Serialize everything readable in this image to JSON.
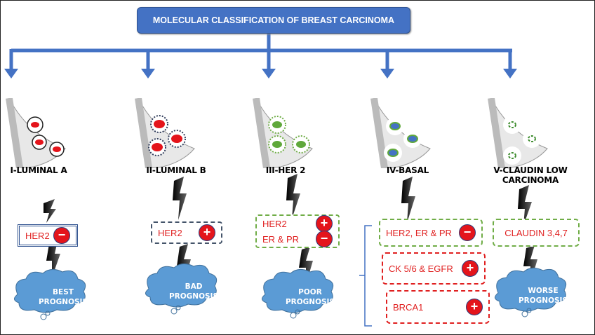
{
  "title": "MOLECULAR CLASSIFICATION OF BREAST CARCINOMA",
  "colors": {
    "title_bg": "#4472c4",
    "marker_text": "#e02020",
    "sign_fill": "#e4141b",
    "cloud_fill": "#5b9bd5",
    "green_border": "#70ad47",
    "red_border": "#e02020",
    "navy_border": "#2f528f"
  },
  "subtypes": [
    {
      "label": "I-LUMINAL A",
      "marker": {
        "text": "HER2",
        "sign": "−"
      },
      "prognosis": [
        "BEST",
        "PROGNOSIS"
      ]
    },
    {
      "label": "II-LUMINAL B",
      "marker": {
        "text": "HER2",
        "sign": "+"
      },
      "prognosis": [
        "BAD",
        "PROGNOSIS"
      ]
    },
    {
      "label": "III-HER 2",
      "markers": [
        {
          "text": "HER2",
          "sign": "+"
        },
        {
          "text": "ER & PR",
          "sign": "−"
        }
      ],
      "prognosis": [
        "POOR",
        "PROGNOSIS"
      ]
    },
    {
      "label": "IV-BASAL",
      "markers": [
        {
          "text": "HER2, ER & PR",
          "sign": "−"
        },
        {
          "text": "CK 5/6 & EGFR",
          "sign": "+"
        },
        {
          "text": "BRCA1",
          "sign": "+"
        }
      ]
    },
    {
      "label_lines": [
        "V-CLAUDIN LOW",
        "CARCINOMA"
      ],
      "marker": {
        "text": "CLAUDIN 3,4,7"
      },
      "prognosis": [
        "WORSE",
        "PROGNOSIS"
      ]
    }
  ]
}
